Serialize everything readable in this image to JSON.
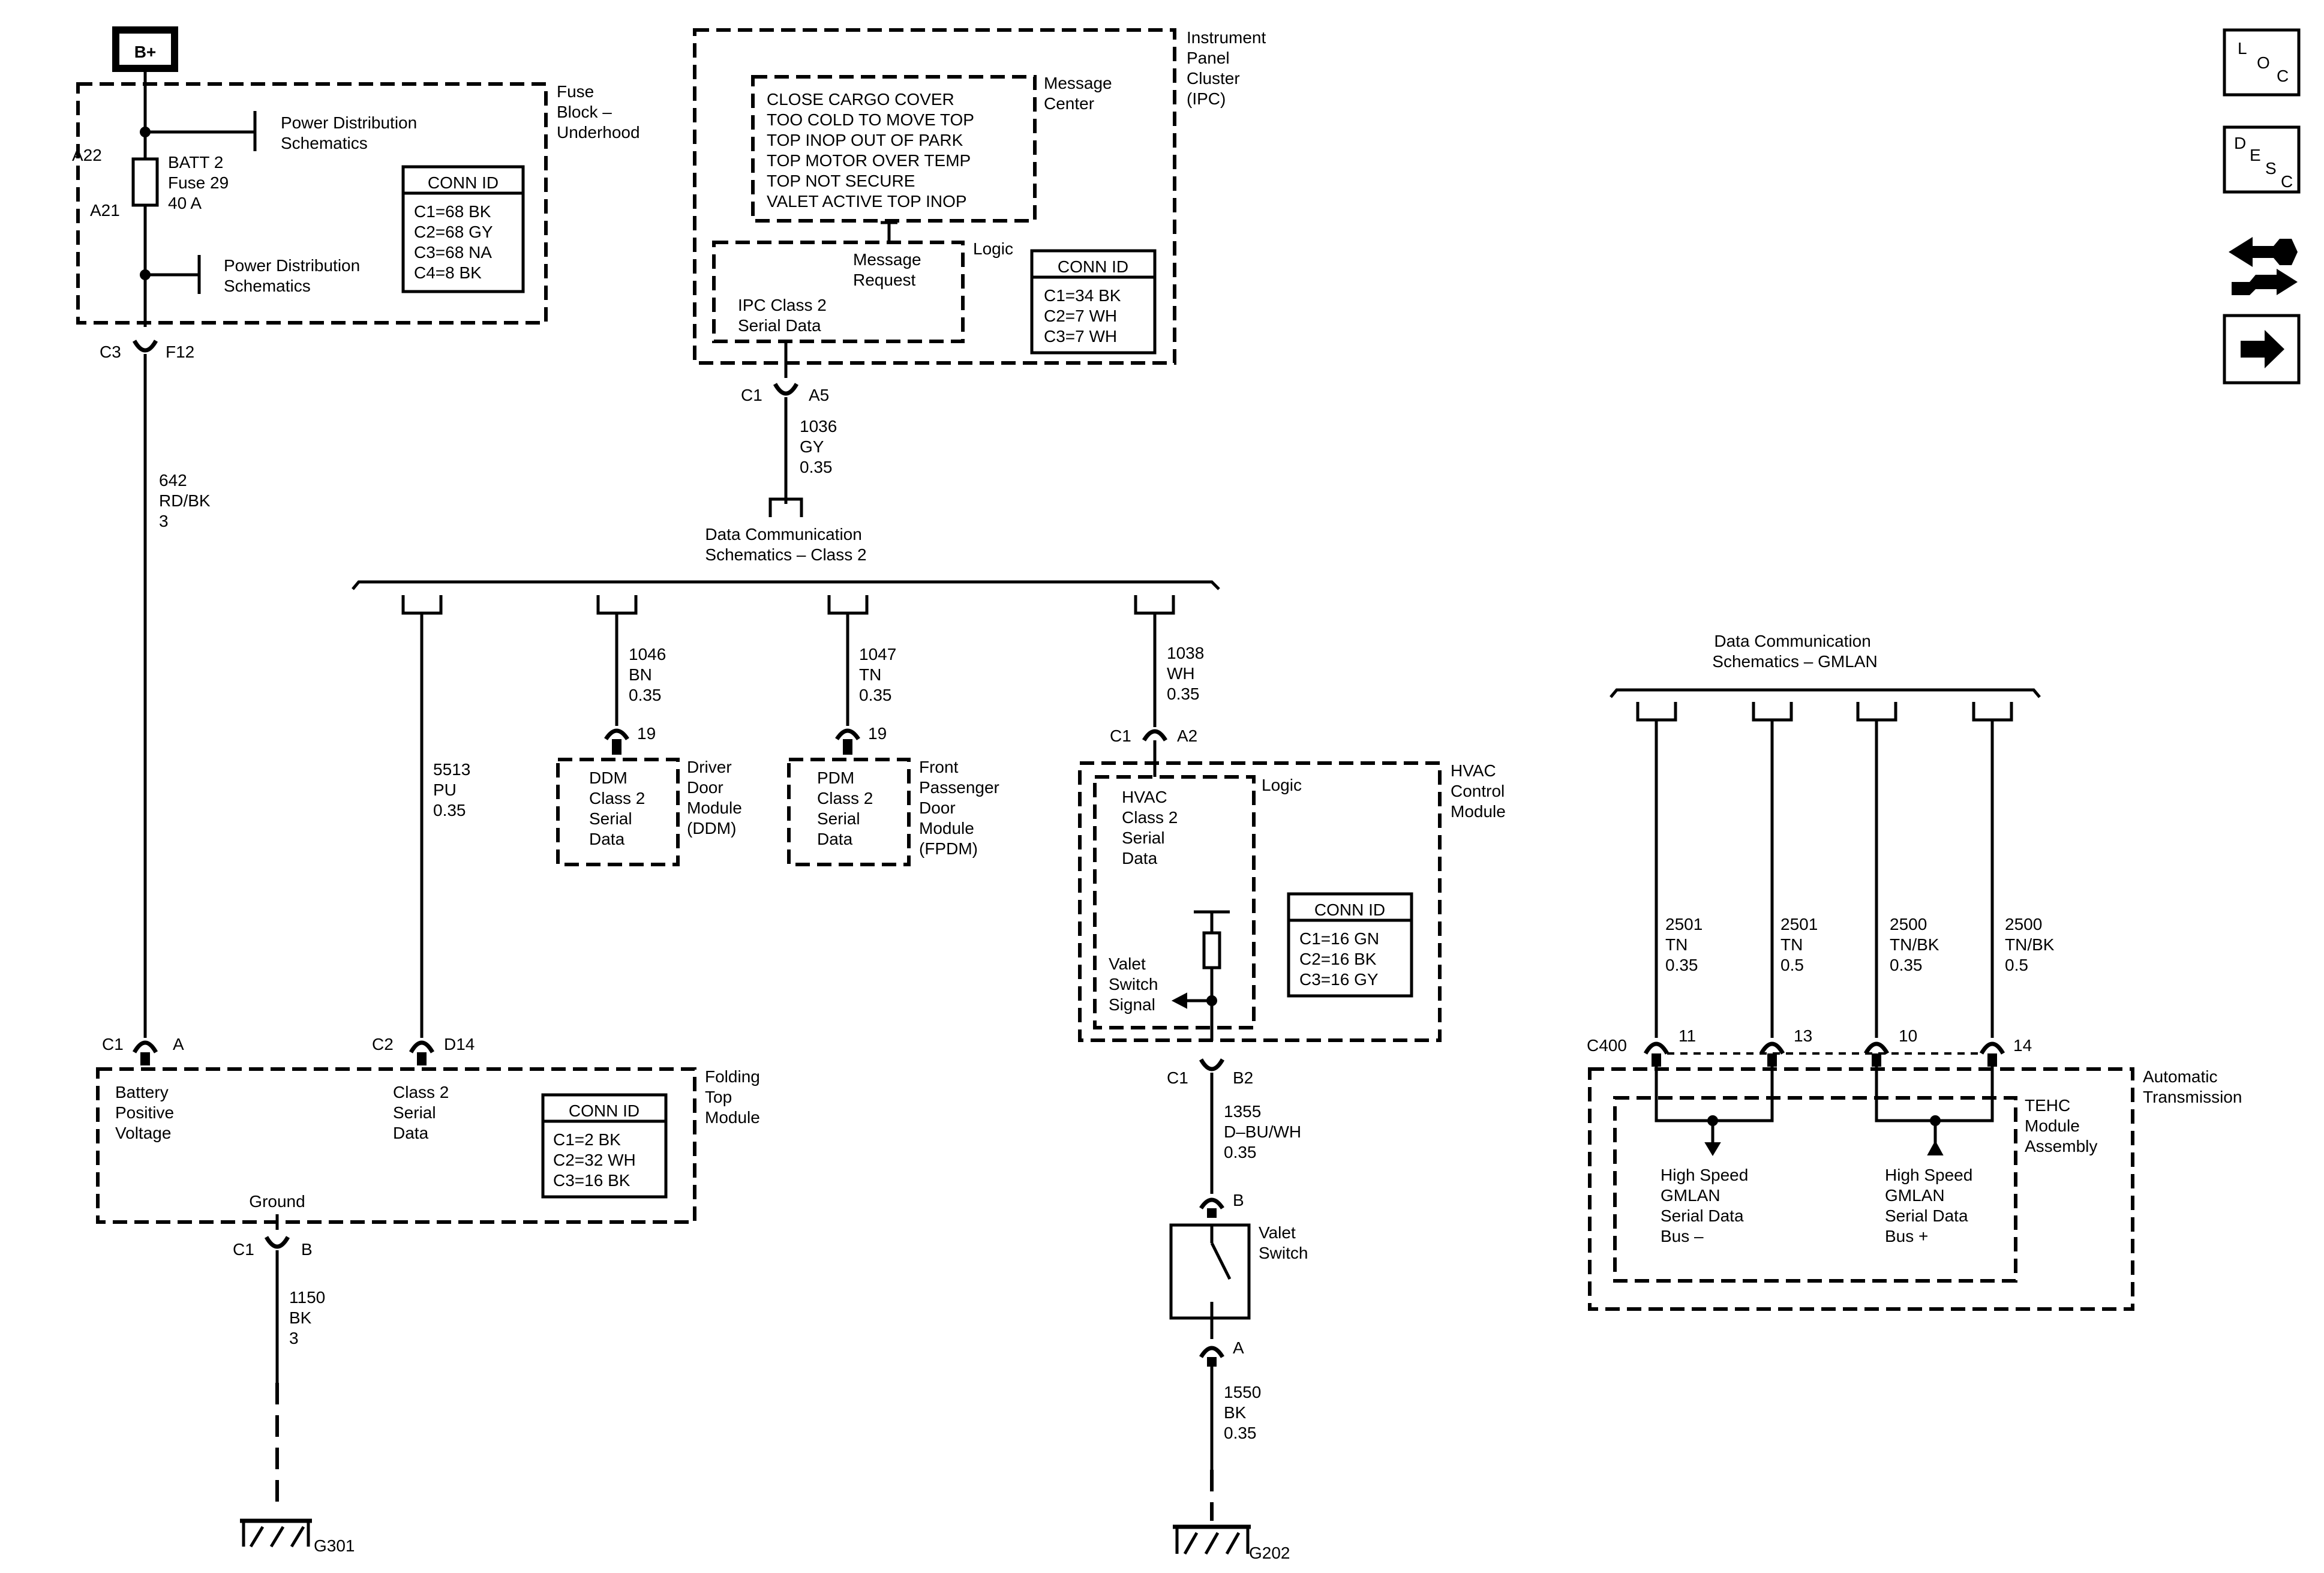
{
  "battery": {
    "label": "B+"
  },
  "fuse_block": {
    "title": [
      "Fuse",
      "Block –",
      "Underhood"
    ],
    "power_dist_1": [
      "Power Distribution",
      "Schematics"
    ],
    "power_dist_2": [
      "Power Distribution",
      "Schematics"
    ],
    "pin_top": "A22",
    "pin_bottom": "A21",
    "fuse": [
      "BATT 2",
      "Fuse 29",
      "40 A"
    ],
    "conn_id_title": "CONN ID",
    "conn_ids": [
      "C1=68 BK",
      "C2=68 GY",
      "C3=68 NA",
      "C4=8 BK"
    ],
    "out_conn": "C3",
    "out_pin": "F12"
  },
  "wire_642": [
    "642",
    "RD/BK",
    "3"
  ],
  "ipc": {
    "title": [
      "Instrument",
      "Panel",
      "Cluster",
      "(IPC)"
    ],
    "message_center_label": [
      "Message",
      "Center"
    ],
    "messages": [
      "CLOSE CARGO COVER",
      "TOO COLD TO MOVE TOP",
      "TOP INOP OUT OF PARK",
      "TOP MOTOR OVER TEMP",
      "TOP NOT SECURE",
      "VALET ACTIVE TOP INOP"
    ],
    "logic_label": "Logic",
    "message_request": [
      "Message",
      "Request"
    ],
    "serial_data": [
      "IPC Class 2",
      "Serial Data"
    ],
    "conn_id_title": "CONN ID",
    "conn_ids": [
      "C1=34 BK",
      "C2=7 WH",
      "C3=7 WH"
    ],
    "out_conn": "C1",
    "out_pin": "A5"
  },
  "wire_1036": [
    "1036",
    "GY",
    "0.35"
  ],
  "class2_bus": {
    "label": [
      "Data Communication",
      "Schematics – Class 2"
    ]
  },
  "wire_5513": [
    "5513",
    "PU",
    "0.35"
  ],
  "wire_1046": [
    "1046",
    "BN",
    "0.35"
  ],
  "wire_1047": [
    "1047",
    "TN",
    "0.35"
  ],
  "wire_1038": [
    "1038",
    "WH",
    "0.35"
  ],
  "ddm": {
    "pin": "19",
    "inner": [
      "DDM",
      "Class 2",
      "Serial",
      "Data"
    ],
    "title": [
      "Driver",
      "Door",
      "Module",
      "(DDM)"
    ]
  },
  "pdm": {
    "pin": "19",
    "inner": [
      "PDM",
      "Class 2",
      "Serial",
      "Data"
    ],
    "title": [
      "Front",
      "Passenger",
      "Door",
      "Module",
      "(FPDM)"
    ]
  },
  "hvac": {
    "in_conn": "C1",
    "in_pin": "A2",
    "logic_label": "Logic",
    "title": [
      "HVAC",
      "Control",
      "Module"
    ],
    "serial_data": [
      "HVAC",
      "Class 2",
      "Serial",
      "Data"
    ],
    "valet_signal": [
      "Valet",
      "Switch",
      "Signal"
    ],
    "conn_id_title": "CONN ID",
    "conn_ids": [
      "C1=16 GN",
      "C2=16 BK",
      "C3=16 GY"
    ],
    "out_conn": "C1",
    "out_pin": "B2"
  },
  "wire_1355": [
    "1355",
    "D–BU/WH",
    "0.35"
  ],
  "valet_switch": {
    "pin_top": "B",
    "pin_bottom": "A",
    "title": [
      "Valet",
      "Switch"
    ]
  },
  "wire_1550": [
    "1550",
    "BK",
    "0.35"
  ],
  "ground_g202": "G202",
  "folding_top": {
    "title": [
      "Folding",
      "Top",
      "Module"
    ],
    "c1_conn": "C1",
    "c1_pin": "A",
    "c2_conn": "C2",
    "c2_pin": "D14",
    "batt_label": [
      "Battery",
      "Positive",
      "Voltage"
    ],
    "serial_label": [
      "Class 2",
      "Serial",
      "Data"
    ],
    "conn_id_title": "CONN ID",
    "conn_ids": [
      "C1=2 BK",
      "C2=32 WH",
      "C3=16 BK"
    ],
    "ground_label": "Ground",
    "gnd_conn": "C1",
    "gnd_pin": "B"
  },
  "wire_1150": [
    "1150",
    "BK",
    "3"
  ],
  "ground_g301": "G301",
  "gmlan_bus": {
    "label": [
      "Data Communication",
      "Schematics – GMLAN"
    ]
  },
  "gmlan_wires": [
    [
      "2501",
      "TN",
      "0.35"
    ],
    [
      "2501",
      "TN",
      "0.5"
    ],
    [
      "2500",
      "TN/BK",
      "0.35"
    ],
    [
      "2500",
      "TN/BK",
      "0.5"
    ]
  ],
  "transmission": {
    "conn": "C400",
    "pins": [
      "11",
      "13",
      "10",
      "14"
    ],
    "title": [
      "Automatic",
      "Transmission"
    ],
    "module": [
      "TEHC",
      "Module",
      "Assembly"
    ],
    "bus_minus": [
      "High Speed",
      "GMLAN",
      "Serial Data",
      "Bus –"
    ],
    "bus_plus": [
      "High Speed",
      "GMLAN",
      "Serial Data",
      "Bus +"
    ]
  },
  "nav_icons": {
    "loc": [
      "L",
      "O",
      "C"
    ],
    "desc": [
      "D",
      "E",
      "S",
      "C"
    ],
    "names": [
      "loc-icon",
      "desc-icon",
      "connector-swap-icon",
      "next-arrow-icon"
    ]
  }
}
